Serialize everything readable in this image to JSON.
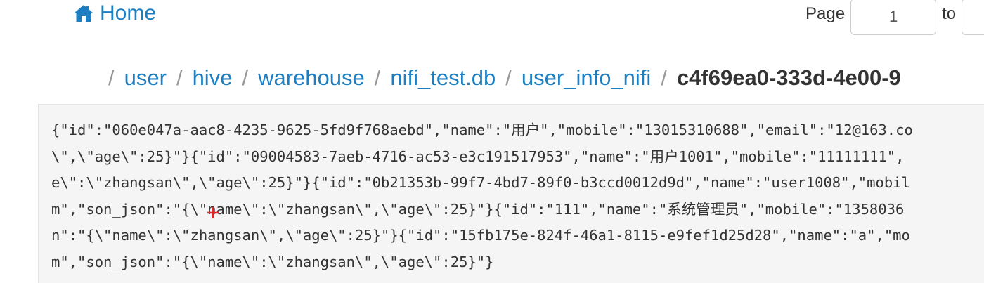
{
  "header": {
    "home_label": "Home",
    "home_icon": "home-icon",
    "link_color": "#1d7fc2"
  },
  "pager": {
    "page_label": "Page",
    "current_page": "1",
    "to_label": "to"
  },
  "breadcrumb": {
    "separator": "/",
    "items": [
      "user",
      "hive",
      "warehouse",
      "nifi_test.db",
      "user_info_nifi"
    ],
    "current": "c4f69ea0-333d-4e00-9"
  },
  "file_content": {
    "lines": [
      "{\"id\":\"060e047a-aac8-4235-9625-5fd9f768aebd\",\"name\":\"用户\",\"mobile\":\"13015310688\",\"email\":\"12@163.co",
      "\\\",\\\"age\\\":25}\"}{\"id\":\"09004583-7aeb-4716-ac53-e3c191517953\",\"name\":\"用户1001\",\"mobile\":\"11111111\",",
      "e\\\":\\\"zhangsan\\\",\\\"age\\\":25}\"}{\"id\":\"0b21353b-99f7-4bd7-89f0-b3ccd0012d9d\",\"name\":\"user1008\",\"mobil",
      "m\",\"son_json\":\"{\\\"name\\\":\\\"zhangsan\\\",\\\"age\\\":25}\"}{\"id\":\"111\",\"name\":\"系统管理员\",\"mobile\":\"1358036",
      "n\":\"{\\\"name\\\":\\\"zhangsan\\\",\\\"age\\\":25}\"}{\"id\":\"15fb175e-824f-46a1-8115-e9fef1d25d28\",\"name\":\"a\",\"mo",
      "m\",\"son_json\":\"{\\\"name\\\":\\\"zhangsan\\\",\\\"age\\\":25}\"}"
    ]
  }
}
